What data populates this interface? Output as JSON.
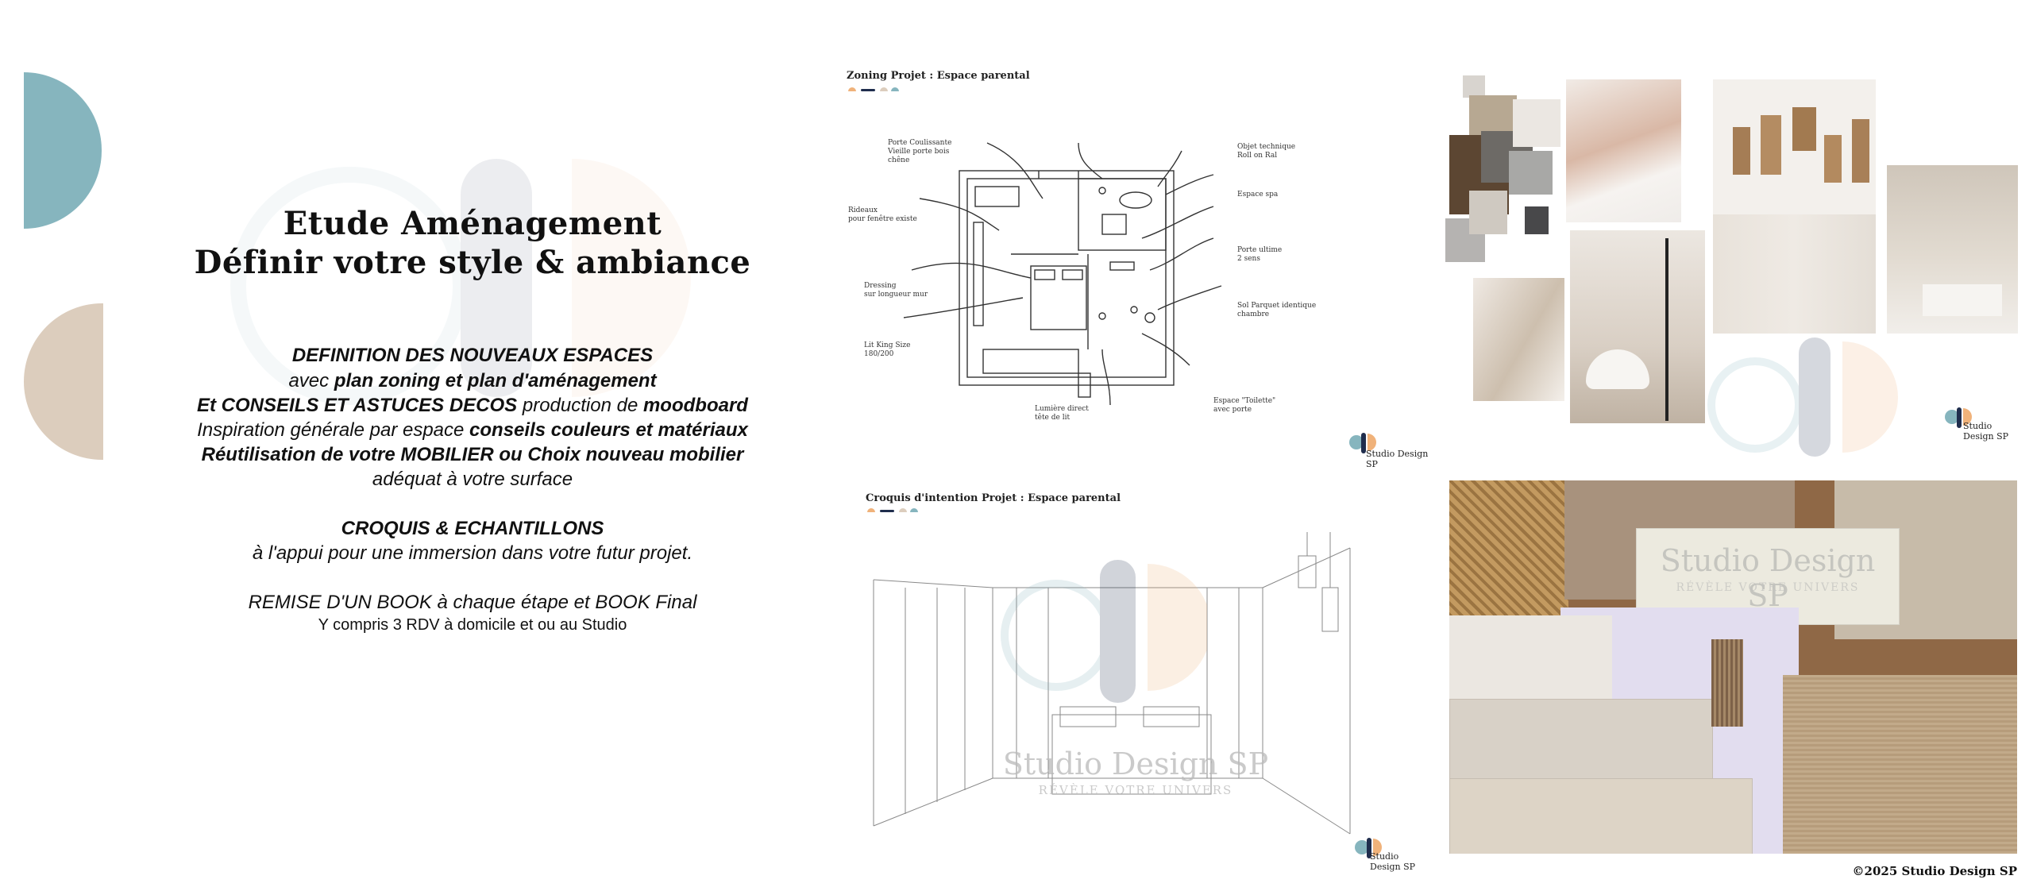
{
  "title": {
    "line1": "Etude Aménagement",
    "line2": "Définir votre style & ambiance"
  },
  "definition": {
    "heading": "DEFINITION DES NOUVEAUX ESPACES",
    "l2_a": "avec ",
    "l2_b": "plan zoning et plan d'aménagement",
    "l3_a": "Et CONSEILS ET ASTUCES DECOS",
    "l3_b": " production de ",
    "l3_c": "moodboard",
    "l4_a": "Inspiration générale par espace ",
    "l4_b": "conseils couleurs et matériaux",
    "l5": "Réutilisation de votre MOBILIER  ou Choix nouveau mobilier",
    "l6": "adéquat à votre surface"
  },
  "croquis": {
    "heading": "CROQUIS & ECHANTILLONS",
    "line": "à l'appui pour une immersion dans votre futur projet."
  },
  "remise": {
    "line1": "REMISE D'UN BOOK à chaque étape et BOOK Final",
    "line2": "Y compris 3 RDV à domicile et ou au Studio"
  },
  "panels": {
    "zoning_caption": "Zoning Projet : Espace parental",
    "croquis_caption": "Croquis d'intention Projet : Espace parental",
    "logo_small": "Studio Design SP",
    "watermark_main": "Studio Design SP",
    "watermark_sub": "RÉVÈLE VOTRE UNIVERS"
  },
  "colors": {
    "blue": "#86b5be",
    "beige": "#dccdbd",
    "navy": "#1f2d4d",
    "peach": "#f0b27a"
  },
  "footer": "©2025 Studio Design SP"
}
